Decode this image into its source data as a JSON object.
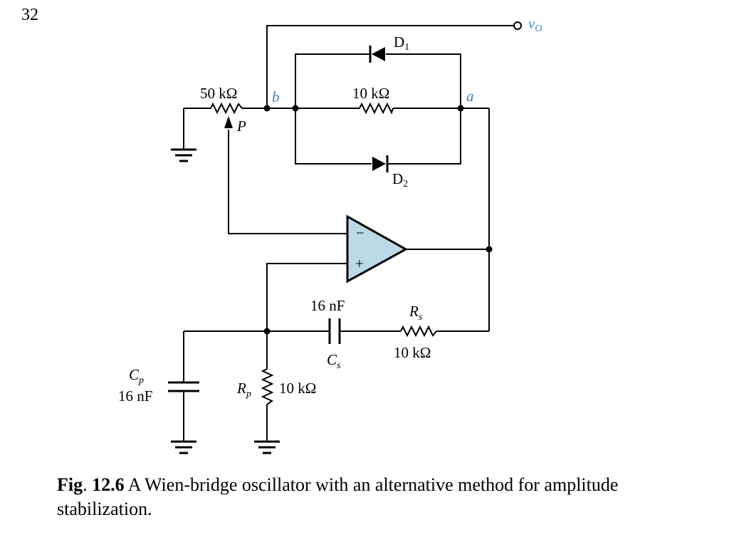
{
  "page_number": "32",
  "caption": {
    "fig_label": "Fig",
    "fig_number": "12.6",
    "text": "A Wien-bridge oscillator with an alternative method for amplitude stabilization."
  },
  "labels": {
    "output_node": "v",
    "output_node_sub": "O",
    "diode_1": "D",
    "diode_1_sub": "1",
    "diode_2": "D",
    "diode_2_sub": "2",
    "pot_value": "50 kΩ",
    "pot_wiper": "P",
    "node_b": "b",
    "node_a": "a",
    "feedback_resistor": "10 kΩ",
    "opamp_minus": "−",
    "opamp_plus": "+",
    "cs_value": "16 nF",
    "cs_name": "C",
    "cs_sub": "s",
    "rs_name": "R",
    "rs_sub": "s",
    "rs_value": "10 kΩ",
    "cp_name": "C",
    "cp_sub": "p",
    "cp_value": "16 nF",
    "rp_name": "R",
    "rp_sub": "p",
    "rp_value": "10 kΩ"
  },
  "colors": {
    "opamp_fill": "#bcd9e6",
    "node_label": "#3a86b8"
  }
}
